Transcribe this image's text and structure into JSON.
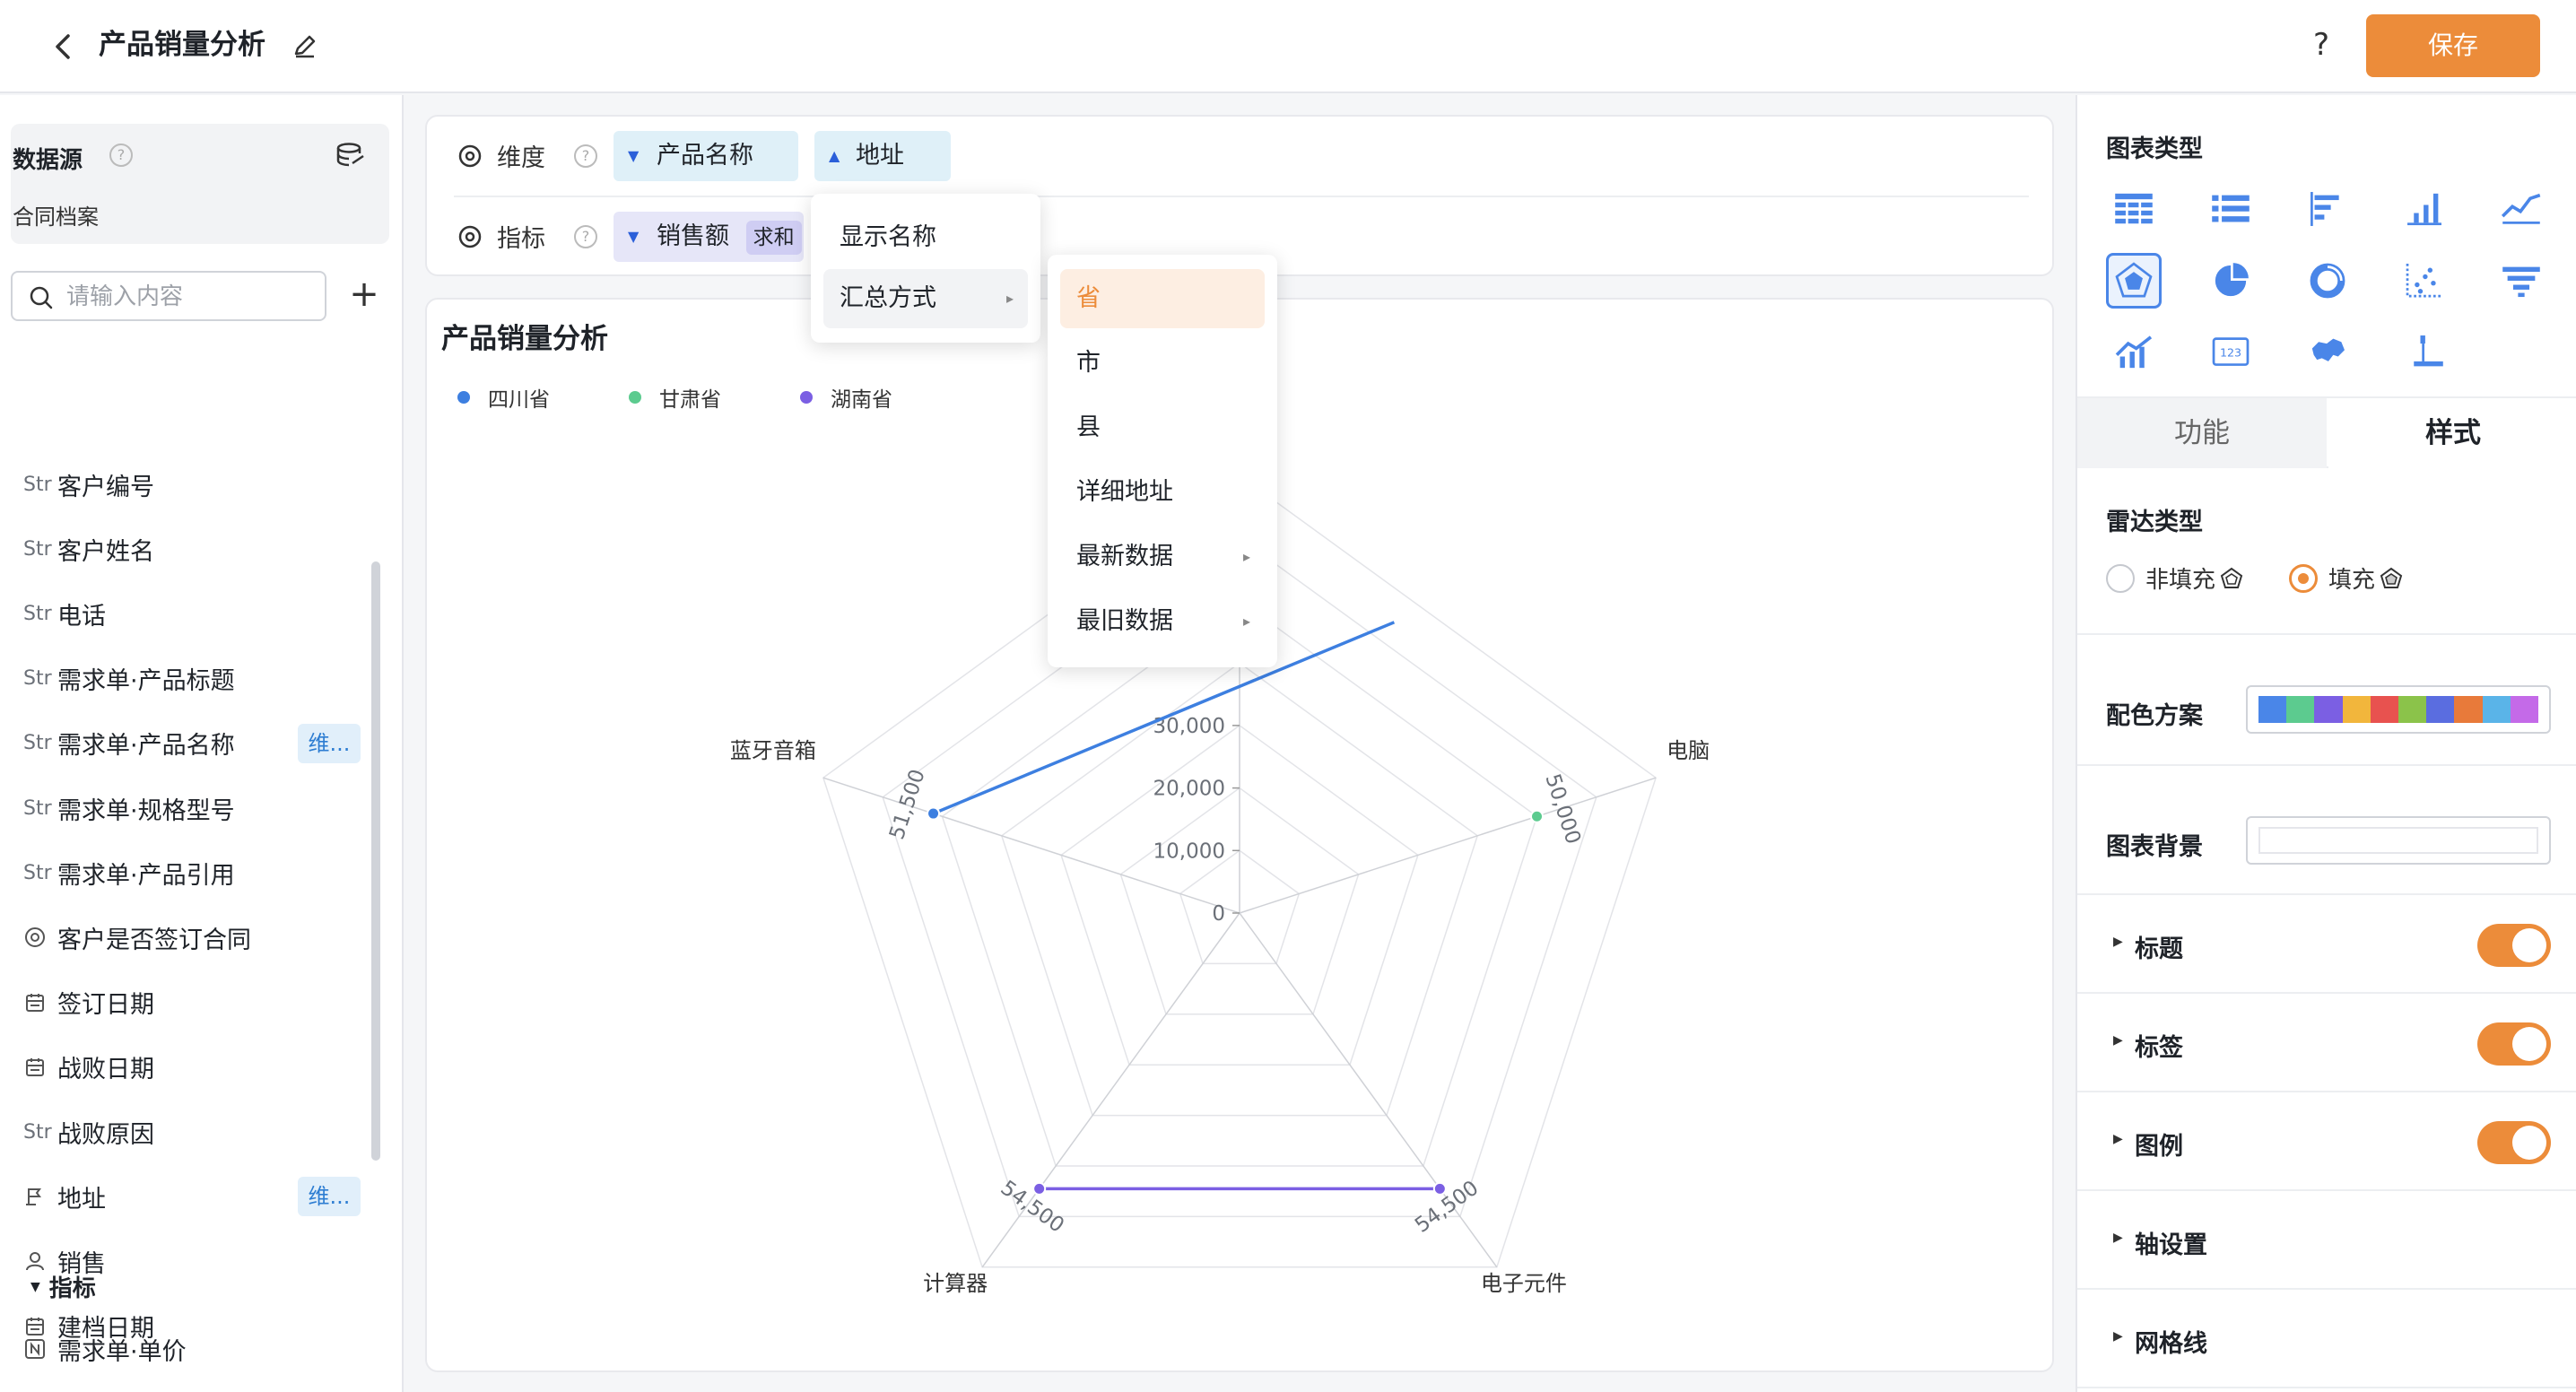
{
  "header": {
    "title": "产品销量分析",
    "help_label": "?",
    "save_label": "保存"
  },
  "sidebar": {
    "datasource_title": "数据源",
    "datasource_help": "?",
    "datasource_name": "合同档案",
    "search_placeholder": "请输入内容",
    "add_label": "+",
    "fields": [
      {
        "type": "Str",
        "label": "客户编号"
      },
      {
        "type": "Str",
        "label": "客户姓名"
      },
      {
        "type": "Str",
        "label": "电话"
      },
      {
        "type": "Str",
        "label": "需求单·产品标题"
      },
      {
        "type": "Str",
        "label": "需求单·产品名称",
        "tag": "维..."
      },
      {
        "type": "Str",
        "label": "需求单·规格型号"
      },
      {
        "type": "Str",
        "label": "需求单·产品引用"
      },
      {
        "type": "icon:radio-icon",
        "label": "客户是否签订合同"
      },
      {
        "type": "icon:calendar-icon",
        "label": "签订日期"
      },
      {
        "type": "icon:calendar-icon",
        "label": "战败日期"
      },
      {
        "type": "Str",
        "label": "战败原因"
      },
      {
        "type": "icon:location-icon",
        "label": "地址",
        "tag": "维..."
      },
      {
        "type": "icon:user-icon",
        "label": "销售"
      },
      {
        "type": "icon:calendar-icon",
        "label": "建档日期"
      }
    ],
    "metric_section": "指标",
    "metric_fields": [
      {
        "type": "icon:number-icon",
        "label": "需求单·单价"
      }
    ]
  },
  "config": {
    "dimension_label": "维度",
    "metric_label": "指标",
    "help": "?",
    "dimension_chips": [
      "产品名称",
      "地址"
    ],
    "metric_chip": "销售额",
    "metric_agg": "求和"
  },
  "menus": {
    "chip_menu": [
      "显示名称",
      "汇总方式"
    ],
    "aggregation_menu": [
      "省",
      "市",
      "县",
      "详细地址",
      "最新数据",
      "最旧数据"
    ],
    "arrow": "▸"
  },
  "chart": {
    "title": "产品销量分析"
  },
  "chart_data": {
    "type": "radar",
    "title": "产品销量分析",
    "indicators": [
      "蓝牙音箱",
      "电脑",
      "电子元件",
      "计算器"
    ],
    "axis_ticks": [
      "0",
      "10,000",
      "20,000",
      "30,000"
    ],
    "axis_max": 70000,
    "series": [
      {
        "name": "四川省",
        "color": "#3d7fe0",
        "points": [
          {
            "indicator": "蓝牙音箱",
            "value": 51500,
            "label": "51,500"
          }
        ]
      },
      {
        "name": "甘肃省",
        "color": "#5ccb8f",
        "points": [
          {
            "indicator": "电脑",
            "value": 50000,
            "label": "50,000"
          }
        ]
      },
      {
        "name": "湖南省",
        "color": "#7b5fe3",
        "points": [
          {
            "indicator": "计算器",
            "value": 54500,
            "label": "54,500"
          },
          {
            "indicator": "电子元件",
            "value": 54500,
            "label": "54,500"
          }
        ]
      }
    ]
  },
  "right_panel": {
    "chart_type_title": "图表类型",
    "tabs": [
      "功能",
      "样式"
    ],
    "radar_type_title": "雷达类型",
    "radar_options": [
      "非填充",
      "填充"
    ],
    "palette_label": "配色方案",
    "palette_colors": [
      "#4a86e8",
      "#5ccb8f",
      "#7b5fe3",
      "#f2b63c",
      "#e8524f",
      "#8bc34a",
      "#5a6de0",
      "#e87a3a",
      "#5ab4e8",
      "#c46ae8"
    ],
    "background_label": "图表背景",
    "sections": [
      "标题",
      "标签",
      "图例",
      "轴设置",
      "网格线"
    ],
    "accent": "#ec8c3a"
  }
}
